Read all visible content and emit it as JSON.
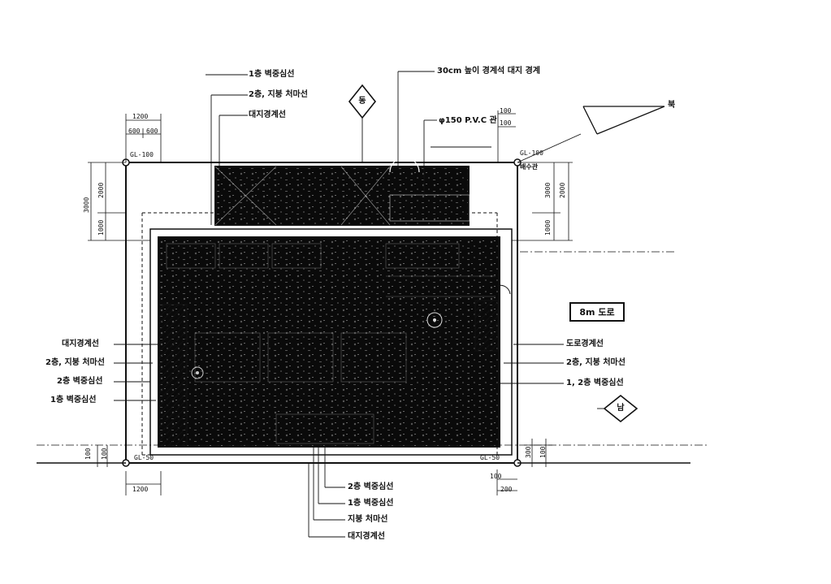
{
  "labels": {
    "top1": "1층 벽중심선",
    "top2": "2층, 지붕 처마선",
    "top3": "대지경계선",
    "top_right": "30cm 높이 경계석 대지 경계",
    "pvc": "φ150 P.V.C 관",
    "right_pipe": "배수관",
    "left1": "대지경계선",
    "left2": "2층, 지붕 처마선",
    "left3": "2층 벽중심선",
    "left4": "1층 벽중심선",
    "right1": "도로경계선",
    "right2": "2층, 지붕 처마선",
    "right3": "1, 2층 벽중심선",
    "bot1": "2층 벽중심선",
    "bot2": "1층 벽중심선",
    "bot3": "지붕 처마선",
    "bot4": "대지경계선",
    "road": "8m 도로",
    "north_mark": "북",
    "symbol_top": "동",
    "symbol_right": "남"
  },
  "dims": {
    "tl_1200": "1200",
    "tl_600a": "600",
    "tl_600b": "600",
    "tl_gl": "GL-100",
    "tr_gl": "GL-100",
    "bl_gl": "GL-50",
    "br_gl": "GL-50",
    "l_3000": "3000",
    "l_2000": "2000",
    "l_1000": "1000",
    "r_3000": "3000",
    "r_2000": "2000",
    "r_1000": "1000",
    "tr_100a": "100",
    "tr_100b": "100",
    "bl_1200": "1200",
    "bl_100a": "100",
    "bl_100b": "100",
    "br_100a": "100",
    "br_200": "200",
    "r_300": "300",
    "r_100": "100"
  }
}
